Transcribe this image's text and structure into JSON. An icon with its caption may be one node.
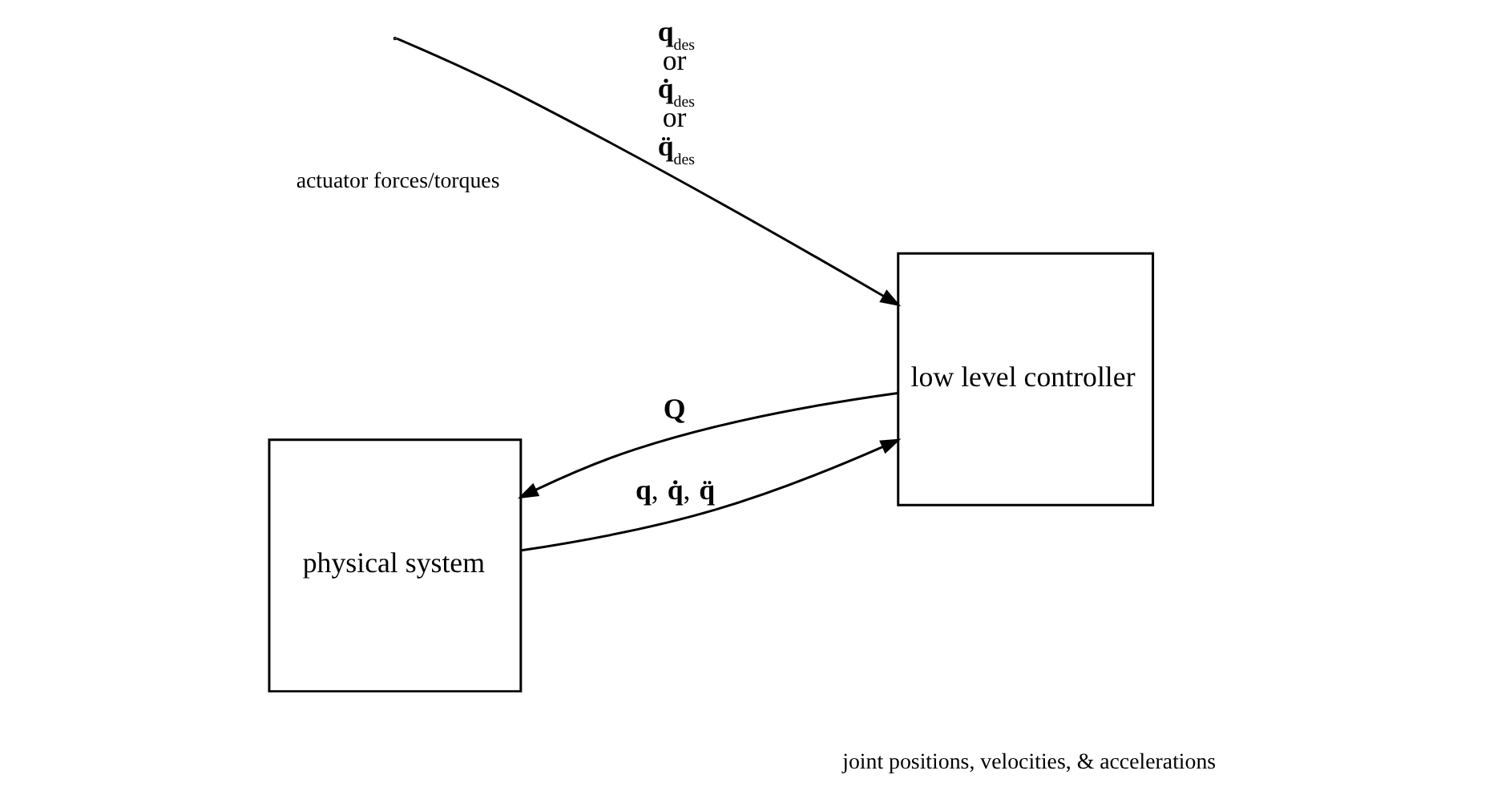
{
  "diagram": {
    "nodes": [
      {
        "text": [
          "physical system"
        ]
      },
      {
        "text": [
          "low level controller"
        ]
      }
    ],
    "edges": [
      {
        "from": 1,
        "to": 0,
        "arrow": "to",
        "label": "**Q**"
      },
      {
        "from": 0,
        "to": 1,
        "arrow": "to",
        "label": "**q**, **q̇**, **q̈**"
      },
      {
        "from": null,
        "to": 1,
        "arrow": "to",
        "label": "**q**$_{des}$ or **q̇**$_{des}$ or **q̈**$_{des}$"
      }
    ],
    "labels": [
      "actuator forces/torques",
      "joint positions, velocities, & accelerations"
    ]
  }
}
